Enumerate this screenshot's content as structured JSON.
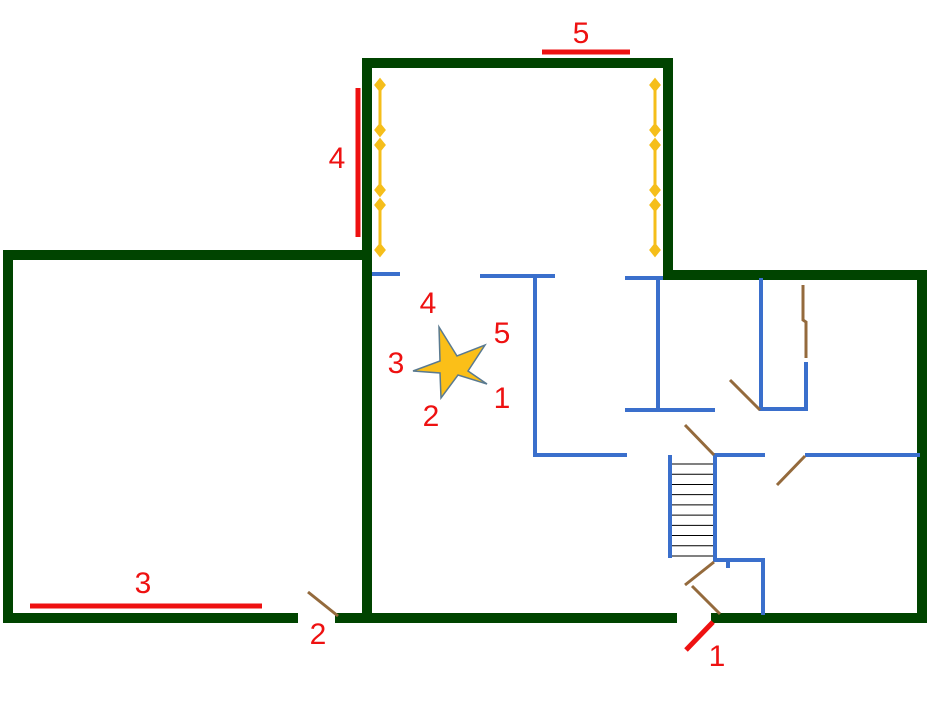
{
  "title": "Floor plan",
  "colors": {
    "exterior_wall": "#004400",
    "interior_wall": "#3a6fcc",
    "door": "#946a3c",
    "window_marker": "#ee1111",
    "light": "#f5be1a",
    "star": "#fbbf18"
  },
  "window_labels": {
    "w1": "1",
    "w2": "2",
    "w3": "3",
    "w4": "4",
    "w5": "5"
  },
  "star_labels": {
    "p1": "1",
    "p2": "2",
    "p3": "3",
    "p4": "4",
    "p5": "5"
  },
  "stair_steps": 9
}
